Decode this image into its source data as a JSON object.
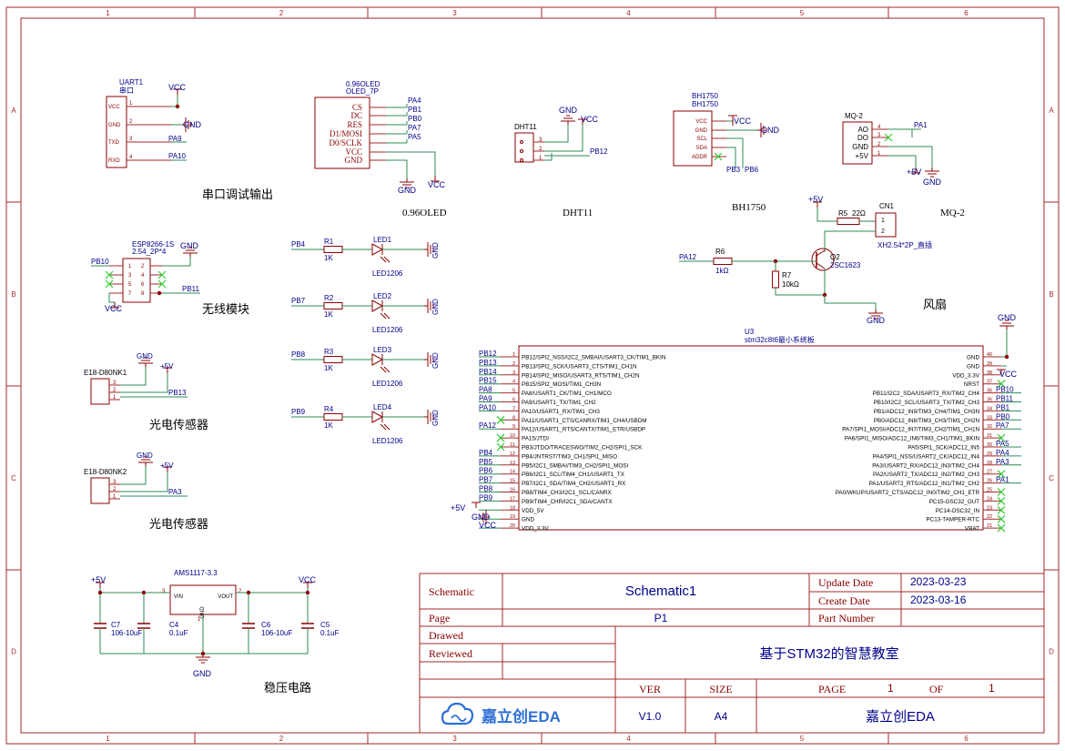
{
  "border": {
    "cols": [
      "1",
      "2",
      "3",
      "4",
      "5",
      "6"
    ],
    "rows": [
      "A",
      "B",
      "C",
      "D"
    ]
  },
  "uart": {
    "ref": "UART1",
    "val": "串口",
    "pins": [
      "VCC",
      "GND",
      "TXD",
      "RXD"
    ],
    "nums": [
      "1",
      "2",
      "3",
      "4"
    ],
    "title": "串口调试输出",
    "net_vcc": "VCC",
    "net_gnd": "GND",
    "net_txd": "PA9",
    "net_rxd": "PA10"
  },
  "oled": {
    "ref": "0.96OLED",
    "val": "OLED_7P",
    "pins": [
      "CS",
      "DC",
      "RES",
      "D1/MOSI",
      "D0/SCLK",
      "VCC",
      "GND"
    ],
    "nets": [
      "PA4",
      "PB1",
      "PB0",
      "PA7",
      "PA5"
    ],
    "net_gnd": "GND",
    "net_vcc": "VCC",
    "title": "0.96OLED"
  },
  "dht": {
    "ref": "DHT11",
    "title": "DHT11",
    "net_gnd": "GND",
    "net_vcc": "VCC",
    "net_data": "PB12",
    "nums": [
      "3",
      "2",
      "1"
    ]
  },
  "bh": {
    "ref": "BH1750",
    "val": "BH1750",
    "pins": [
      "VCC",
      "GND",
      "SCL",
      "SDA",
      "ADDR"
    ],
    "net_vcc": "VCC",
    "net_gnd": "GND",
    "net_scl": "PB3",
    "net_sda": "PB6",
    "title": "BH1750"
  },
  "mq": {
    "ref": "MQ-2",
    "pins": [
      "AO",
      "DO",
      "GND",
      "+5V"
    ],
    "nums": [
      "4",
      "3",
      "2",
      "1"
    ],
    "net_ao": "PA1",
    "net_5v": "+5V",
    "net_gnd": "GND",
    "title": "MQ-2"
  },
  "esp": {
    "ref": "ESP8266-1S",
    "val": "2.54_2P*4",
    "nums": [
      "1",
      "2",
      "3",
      "4",
      "5",
      "6",
      "7",
      "8"
    ],
    "net_gnd": "GND",
    "net_rx": "PB10",
    "net_tx": "PB11",
    "net_vcc": "VCC",
    "title": "无线模块"
  },
  "leds": [
    {
      "net": "PB4",
      "r": "R1",
      "rv": "1K",
      "led": "LED1",
      "lv": "LED1206",
      "gnd": "GND"
    },
    {
      "net": "PB7",
      "r": "R2",
      "rv": "1K",
      "led": "LED2",
      "lv": "LED1206",
      "gnd": "GND"
    },
    {
      "net": "PB8",
      "r": "R3",
      "rv": "1K",
      "led": "LED3",
      "lv": "LED1206",
      "gnd": "GND"
    },
    {
      "net": "PB9",
      "r": "R4",
      "rv": "1K",
      "led": "LED4",
      "lv": "LED1206",
      "gnd": "GND"
    }
  ],
  "fan": {
    "net_5v": "+5V",
    "r5": "R5",
    "r5v": "22Ω",
    "cn": "CN1",
    "cn_nums": [
      "1",
      "2"
    ],
    "cnv": "XH2.54*2P_直插",
    "net_in": "PA12",
    "r6": "R6",
    "r6v": "1kΩ",
    "r7": "R7",
    "r7v": "10kΩ",
    "q": "Q2",
    "qv": "2SC1623",
    "net_gnd": "GND",
    "title": "风扇"
  },
  "light1": {
    "ref": "E18-D80NK1",
    "net_gnd": "GND",
    "net_5v": "+5V",
    "net_out": "PB13",
    "nums": [
      "3",
      "2",
      "1"
    ],
    "title": "光电传感器"
  },
  "light2": {
    "ref": "E18-D80NK2",
    "net_gnd": "GND",
    "net_5v": "+5V",
    "net_out": "PA3",
    "nums": [
      "3",
      "2",
      "1"
    ],
    "title": "光电传感器"
  },
  "mcu": {
    "ref": "U3",
    "val": "stm32c8t6最小系统板",
    "left_pins": [
      "PB12/SPI2_NSS/I2C2_SMBAI/USART3_CK/TIM1_BKIN",
      "PB13/SPI2_SCK/USART3_CTS/TIM1_CH1N",
      "PB14/SPI2_MISO/USART3_RTS/TIM1_CH2N",
      "PB15/SPI2_MOSI/TIM1_CH3N",
      "PA8/USART1_CK/TIM1_CH1/MCO",
      "PA9/USART1_TX/TIM1_CH2",
      "PA10/USART1_RX/TIM1_CH3",
      "PA11/USART1_CTS/CANRX/TIM1_CH4/USBDM",
      "PA12/USART1_RTS/CANTX/TIM1_ETR/USBDP",
      "PA15/JTDI",
      "PB3/JTDO/TRACESWO/TIM2_CH2/SPI1_SCK",
      "PB4/JNTRST/TIM3_CH1/SPI1_MISO",
      "PB5/I2C1_SMBAI/TIM3_CH2/SPI1_MOSI",
      "PB6/I2C1_SCL/TIM4_CH1/USART1_TX",
      "PB7/I2C1_SDA/TIM4_CH2/USART1_RX",
      "PB8/TIM4_CH3/I2C1_SCL/CANRX",
      "PB9/TIM4_CHR/I2C1_SDA/CANTX",
      "VDD_5V",
      "GND",
      "VDD_3.3V"
    ],
    "left_nums": [
      "1",
      "2",
      "3",
      "4",
      "5",
      "6",
      "7",
      "8",
      "9",
      "10",
      "11",
      "12",
      "13",
      "14",
      "15",
      "16",
      "17",
      "18",
      "19",
      "20"
    ],
    "left_nets": [
      "PB12",
      "PB13",
      "PB14",
      "PB15",
      "PA8",
      "PA9",
      "PA10",
      "",
      "PA12",
      "",
      "",
      "PB4",
      "PB5",
      "PB6",
      "PB7",
      "PB8",
      "PB9",
      "+5V",
      "GND",
      "VCC"
    ],
    "right_pins": [
      "GND",
      "GND",
      "VDD_3.3V",
      "NRST",
      "PB11/I2C2_SDA/USART3_RX/TIM2_CH4",
      "PB10/I2C2_SCL/USART3_TX/TIM2_CH3",
      "PB1/ADC12_IN9/TIM3_CH4/TIM1_CH3N",
      "PB0/ADC12_IN8/TIM3_CH3/TIM1_CH2N",
      "PA7/SPI1_MOSI/ADC12_IN7/TIM3_CH2/TIM1_CH1N",
      "PA6/SPI1_MISO/ADC12_IN6/TIM3_CH1/TIM1_BKIN",
      "PA5/SPI1_SCK/ADC12_IN5",
      "PA4/SPI1_NSS/USART2_CK/ADC12_IN4",
      "PA3/USART2_RX/ADC12_IN3/TIM2_CH4",
      "PA2/USART2_TX/ADC12_IN2/TIM2_CH3",
      "PA1/USART2_RTS/ADC12_IN1/TIM2_CH2",
      "PA0/WKUP/USART2_CTS/ADC12_IN0/TIM2_CH1_ETR",
      "PC15-OSC32_OUT",
      "PC14-OSC32_IN",
      "PC13-TAMPER-RTC",
      "VBAT"
    ],
    "right_nums": [
      "40",
      "39",
      "38",
      "37",
      "36",
      "35",
      "34",
      "33",
      "32",
      "31",
      "30",
      "29",
      "28",
      "27",
      "26",
      "25",
      "24",
      "23",
      "22",
      "21"
    ],
    "right_nets": [
      "",
      "",
      "",
      "",
      "PB10",
      "PB11",
      "PB1",
      "PB0",
      "PA7",
      "",
      "PA5",
      "PA4",
      "PA3",
      "",
      "PA1",
      "",
      "",
      "",
      "",
      ""
    ],
    "net_gnd": "GND",
    "net_vcc": "VCC"
  },
  "reg": {
    "ref": "AMS1117-3.3",
    "pin_in": "VIN",
    "pin_out": "VOUT",
    "pin_gnd": "GND",
    "num_in": "3",
    "num_out": "2",
    "num_gnd": "1",
    "net_5v": "+5V",
    "net_vcc": "VCC",
    "net_gnd": "GND",
    "caps": [
      {
        "ref": "C7",
        "val": "106-10uF"
      },
      {
        "ref": "C4",
        "val": "0.1uF"
      },
      {
        "ref": "C6",
        "val": "106-10uF"
      },
      {
        "ref": "C5",
        "val": "0.1uF"
      }
    ],
    "title": "稳压电路"
  },
  "titleblock": {
    "schematic_label": "Schematic",
    "schematic_value": "Schematic1",
    "update_label": "Update Date",
    "update_value": "2023-03-23",
    "create_label": "Create Date",
    "create_value": "2023-03-16",
    "page_label": "Page",
    "page_value": "P1",
    "part_label": "Part Number",
    "drawed_label": "Drawed",
    "reviewed_label": "Reviewed",
    "project": "基于STM32的智慧教室",
    "ver_label": "VER",
    "size_label": "SIZE",
    "page2_label": "PAGE",
    "page_num": "1",
    "of_label": "OF",
    "page_total": "1",
    "logo_text": "嘉立创EDA",
    "ver_value": "V1.0",
    "size_value": "A4",
    "company": "嘉立创EDA"
  },
  "colors": {
    "frame": "#a52a2a",
    "wire": "#2e8b57",
    "net": "#00008b",
    "comp": "#8b0000",
    "pin": "#a52a2a",
    "nc": "#32cd32",
    "logo": "#2f6fd6"
  }
}
